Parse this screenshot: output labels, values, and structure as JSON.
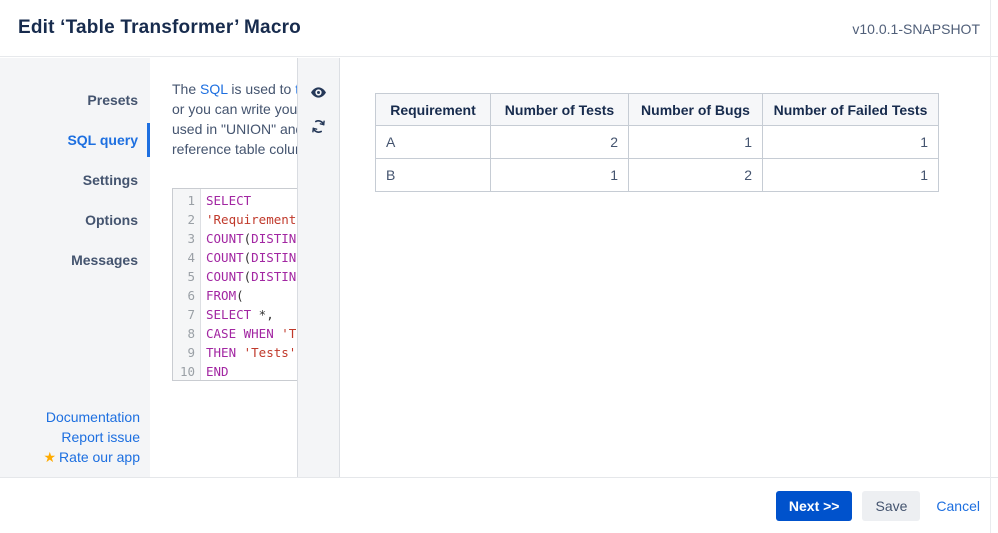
{
  "header": {
    "title": "Edit ‘Table Transformer’ Macro",
    "version": "v10.0.1-SNAPSHOT"
  },
  "sidebar": {
    "items": [
      {
        "label": "Presets",
        "selected": false
      },
      {
        "label": "SQL query",
        "selected": true
      },
      {
        "label": "Settings",
        "selected": false
      },
      {
        "label": "Options",
        "selected": false
      },
      {
        "label": "Messages",
        "selected": false
      }
    ],
    "links": [
      {
        "label": "Documentation",
        "icon": null
      },
      {
        "label": "Report issue",
        "icon": null
      },
      {
        "label": "Rate our app",
        "icon": "star-icon"
      }
    ]
  },
  "description": {
    "lines": [
      [
        {
          "v": "The "
        },
        {
          "v": "SQL",
          "link": true
        },
        {
          "v": " is used to "
        },
        {
          "v": "tr",
          "link": true
        }
      ],
      [
        {
          "v": "or you can write your"
        }
      ],
      [
        {
          "v": "used in \"UNION\" and"
        }
      ],
      [
        {
          "v": "reference table colum"
        }
      ]
    ]
  },
  "editor": {
    "lines": [
      {
        "num": "1",
        "tokens": [
          {
            "c": "kw",
            "v": "SELECT"
          }
        ]
      },
      {
        "num": "2",
        "tokens": [
          {
            "c": "str",
            "v": "'Requirement"
          }
        ]
      },
      {
        "num": "3",
        "tokens": [
          {
            "c": "kw",
            "v": "COUNT"
          },
          {
            "c": "pn",
            "v": "("
          },
          {
            "c": "kw",
            "v": "DISTIN"
          }
        ]
      },
      {
        "num": "4",
        "tokens": [
          {
            "c": "kw",
            "v": "COUNT"
          },
          {
            "c": "pn",
            "v": "("
          },
          {
            "c": "kw",
            "v": "DISTIN"
          }
        ]
      },
      {
        "num": "5",
        "tokens": [
          {
            "c": "kw",
            "v": "COUNT"
          },
          {
            "c": "pn",
            "v": "("
          },
          {
            "c": "kw",
            "v": "DISTIN"
          }
        ]
      },
      {
        "num": "6",
        "tokens": [
          {
            "c": "kw",
            "v": "FROM"
          },
          {
            "c": "pn",
            "v": "("
          }
        ]
      },
      {
        "num": "7",
        "tokens": [
          {
            "c": "kw",
            "v": "SELECT"
          },
          {
            "c": "pn",
            "v": " *,"
          }
        ]
      },
      {
        "num": "8",
        "tokens": [
          {
            "c": "kw",
            "v": "CASE WHEN"
          },
          {
            "c": "str",
            "v": " 'T"
          }
        ]
      },
      {
        "num": "9",
        "tokens": [
          {
            "c": "kw",
            "v": "THEN"
          },
          {
            "c": "str",
            "v": " 'Tests'"
          }
        ]
      },
      {
        "num": "10",
        "tokens": [
          {
            "c": "kw",
            "v": "END"
          }
        ]
      }
    ]
  },
  "icons": {
    "preview": "eye-icon",
    "refresh": "refresh-icon"
  },
  "preview_table": {
    "columns": [
      "Requirement",
      "Number of Tests",
      "Number of Bugs",
      "Number of Failed Tests"
    ],
    "rows": [
      [
        "A",
        "2",
        "1",
        "1"
      ],
      [
        "B",
        "1",
        "2",
        "1"
      ]
    ]
  },
  "footer": {
    "next_label": "Next >>",
    "save_label": "Save",
    "cancel_label": "Cancel"
  },
  "colors": {
    "accent": "#0052CC",
    "link": "#1D6FE0",
    "title": "#172B4D",
    "text": "#44546F",
    "muted": "#505F79",
    "sidebarbg": "#F4F5F7",
    "star": "#FFAB00",
    "icon": "#253858",
    "kw": "#A226A2",
    "str": "#C0392B"
  }
}
